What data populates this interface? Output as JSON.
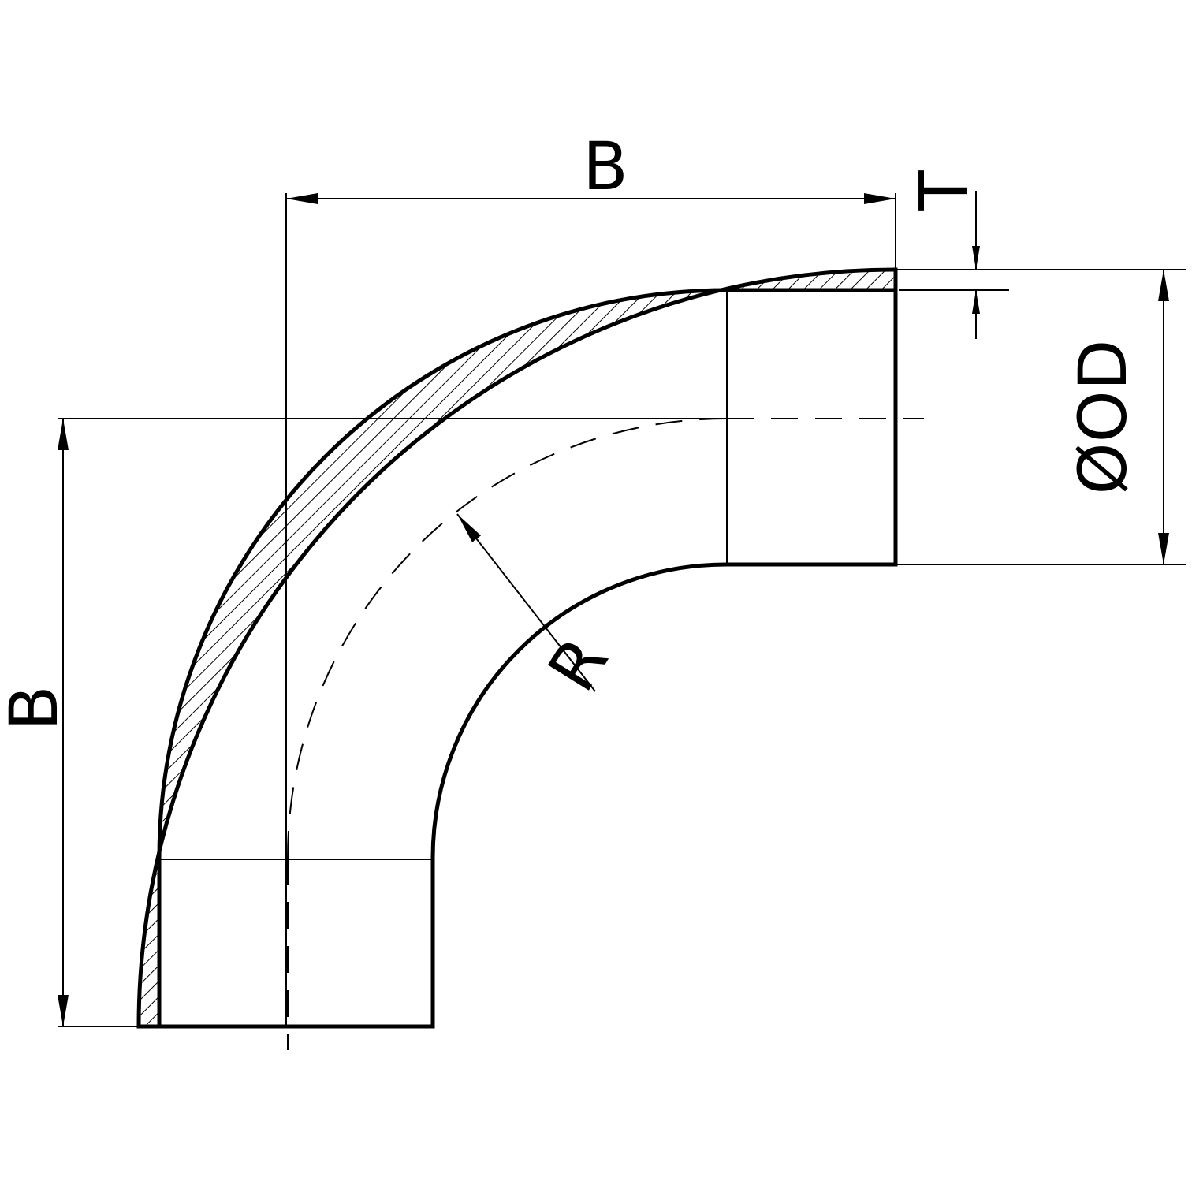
{
  "dimensions": {
    "width_top": "B",
    "height_left": "B",
    "wall_thickness": "T",
    "outer_diameter": "ØOD",
    "bend_radius": "R"
  }
}
